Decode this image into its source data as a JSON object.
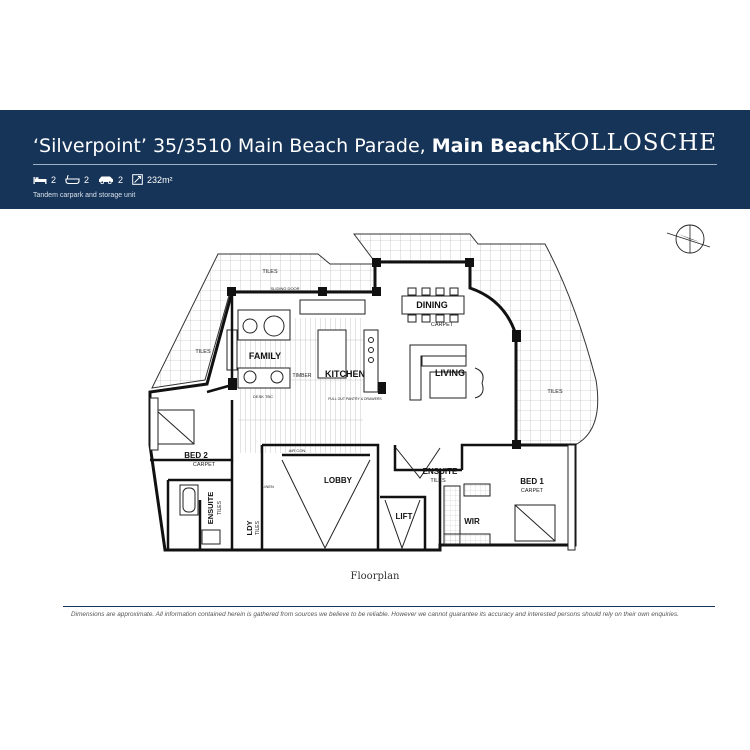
{
  "header": {
    "title_main": "‘Silverpoint’ 35/3510 Main Beach Parade,",
    "title_strong": "Main Beach",
    "brand": "KOLLOSCHE",
    "bed_count": "2",
    "bath_count": "2",
    "car_count": "2",
    "area": "232m²",
    "note": "Tandem carpark and storage unit",
    "icons": {
      "bed": "bed-icon",
      "bath": "bath-icon",
      "car": "car-icon",
      "area": "area-icon"
    }
  },
  "plan": {
    "rooms": {
      "dining": "DINING",
      "dining_floor": "CARPET",
      "family": "FAMILY",
      "kitchen": "KITCHEN",
      "living": "LIVING",
      "bed2": "BED 2",
      "bed2_floor": "CARPET",
      "bed1": "BED 1",
      "bed1_floor": "CARPET",
      "ensuite_main": "ENSUITE",
      "ensuite_main_floor": "TILES",
      "ensuite2": "ENSUITE",
      "ensuite2_floor": "TILES",
      "lobby": "LOBBY",
      "lift": "LIFT",
      "wir": "WIR",
      "ldy": "LDY",
      "ldy_floor": "TILES"
    },
    "finishes": {
      "tiles_top": "TILES",
      "tiles_left": "TILES",
      "tiles_right": "TILES",
      "timber": "TIMBER",
      "sliding_door": "SLIDING DOOR",
      "aircon": "AIR CON",
      "pantry": "FULL OUT PANTRY & DRAWERS",
      "linen": "LINEN",
      "desk": "DESK TBC"
    }
  },
  "caption": "Floorplan",
  "disclaimer": "Dimensions are approximate. All information contained herein is gathered from sources we believe to be reliable. However we cannot guarantee its accuracy and interested persons should rely on their own enquiries.",
  "colors": {
    "header_bg": "#163458",
    "wall": "#111111",
    "tile_line": "#9a9a9a"
  }
}
